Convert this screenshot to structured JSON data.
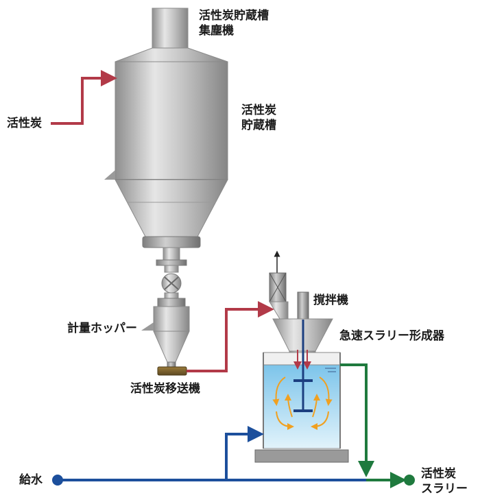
{
  "labels": {
    "dust_collector_line1": "活性炭貯蔵槽",
    "dust_collector_line2": "集塵機",
    "storage_tank_line1": "活性炭",
    "storage_tank_line2": "貯蔵槽",
    "activated_carbon_input": "活性炭",
    "metering_hopper": "計量ホッパー",
    "carbon_conveyor": "活性炭移送機",
    "agitator": "撹拌機",
    "rapid_slurry_former": "急速スラリー形成器",
    "water_supply": "給水",
    "slurry_output_line1": "活性炭",
    "slurry_output_line2": "スラリー"
  },
  "colors": {
    "carbon_flow": "#b23a48",
    "water_flow": "#1c4f9c",
    "slurry_flow": "#1f7a3e",
    "vessel_metal": "#a9a9a9",
    "flow_arrows": "#f0a020",
    "tank_water": "#9fd4ef"
  }
}
